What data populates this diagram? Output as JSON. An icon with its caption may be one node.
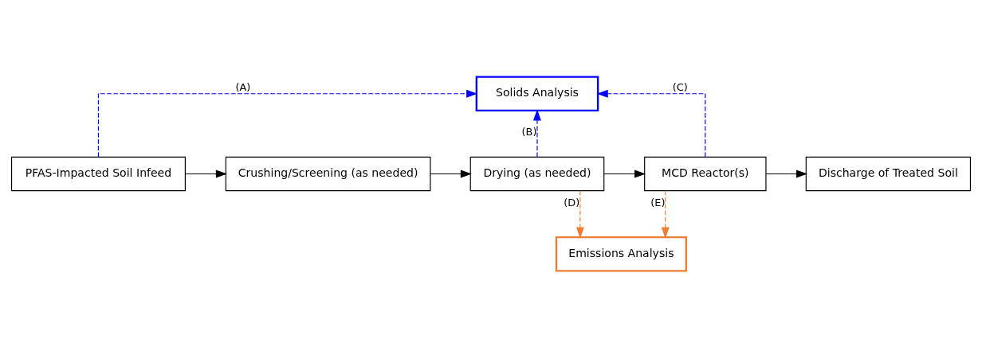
{
  "diagram": {
    "nodes": [
      {
        "text": [
          "PFAS-Impacted Soil Infeed"
        ]
      },
      {
        "text": [
          "Crushing/Screening (as needed)"
        ]
      },
      {
        "text": [
          "Drying (as needed)"
        ]
      },
      {
        "text": [
          "MCD Reactor(s)"
        ]
      },
      {
        "text": [
          "Discharge of Treated Soil"
        ]
      },
      {
        "text": [
          "Solids Analysis"
        ]
      },
      {
        "text": [
          "Emissions Analysis"
        ]
      }
    ],
    "edges": [
      {
        "from": 0,
        "to": 1,
        "arrow": "to"
      },
      {
        "from": 1,
        "to": 2,
        "arrow": "to"
      },
      {
        "from": 2,
        "to": 3,
        "arrow": "to"
      },
      {
        "from": 3,
        "to": 4,
        "arrow": "to"
      },
      {
        "from": 0,
        "to": 5,
        "arrow": "to",
        "label": "(A)",
        "style": "dashed",
        "color": "#0000ff"
      },
      {
        "from": 2,
        "to": 5,
        "arrow": "to",
        "label": "(B)",
        "style": "dashed",
        "color": "#0000ff"
      },
      {
        "from": 3,
        "to": 5,
        "arrow": "to",
        "label": "(C)",
        "style": "dashed",
        "color": "#0000ff"
      },
      {
        "from": 2,
        "to": 6,
        "arrow": "to",
        "label": "(D)",
        "style": "dashed",
        "color": "#ed7d31"
      },
      {
        "from": 3,
        "to": 6,
        "arrow": "to",
        "label": "(E)",
        "style": "dashed",
        "color": "#ed7d31"
      }
    ]
  }
}
